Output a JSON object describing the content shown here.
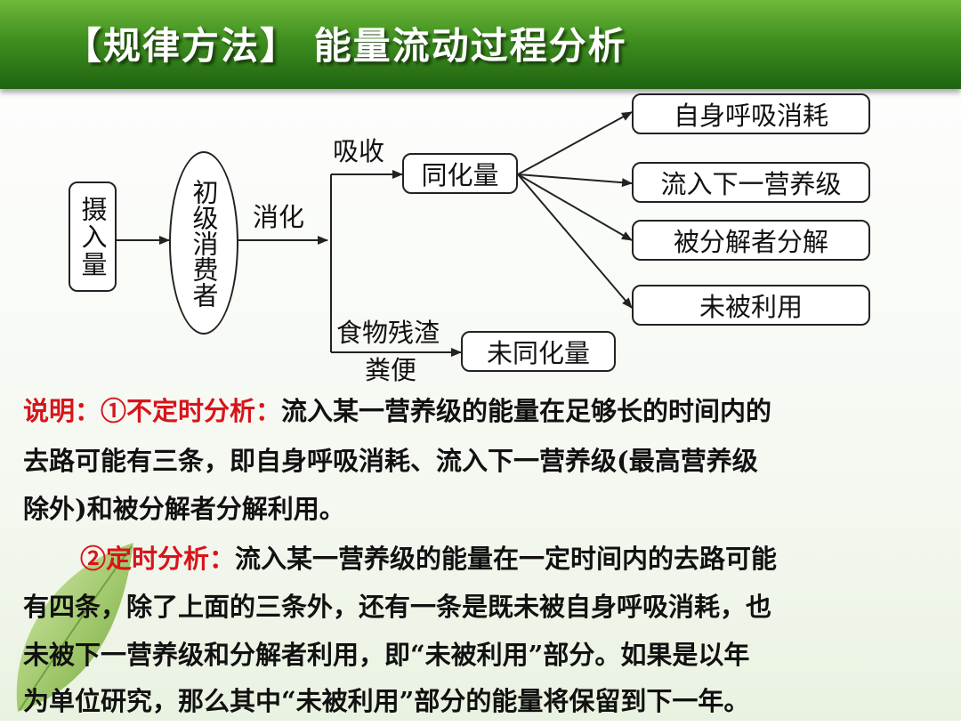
{
  "title": "【规律方法】 能量流动过程分析",
  "diagram": {
    "intake": "摄入量",
    "consumer": "初级消费者",
    "digest": "消化",
    "absorb": "吸收",
    "assimilated": "同化量",
    "food_residue": "食物残渣",
    "feces": "粪便",
    "unassimilated": "未同化量",
    "outputs": [
      "自身呼吸消耗",
      "流入下一营养级",
      "被分解者分解",
      "未被利用"
    ]
  },
  "notes": {
    "p1_label": "说明：①不定时分析：",
    "p1_line1_text": "流入某一营养级的能量在足够长的时间内的",
    "p1_line2": "去路可能有三条，即自身呼吸消耗、流入下一营养级(最高营养级",
    "p1_line3": "除外)和被分解者分解利用。",
    "p2_label": "②定时分析：",
    "p2_line1_text": "流入某一营养级的能量在一定时间内的去路可能",
    "p2_line2": "有四条，除了上面的三条外，还有一条是既未被自身呼吸消耗，也",
    "p2_line3": "未被下一营养级和分解者利用，即“未被利用”部分。如果是以年",
    "p2_line4": "为单位研究，那么其中“未被利用”部分的能量将保留到下一年。"
  },
  "colors": {
    "banner_top": "#6fb83a",
    "banner_bottom": "#1f6410",
    "label_red": "#d8141b"
  }
}
